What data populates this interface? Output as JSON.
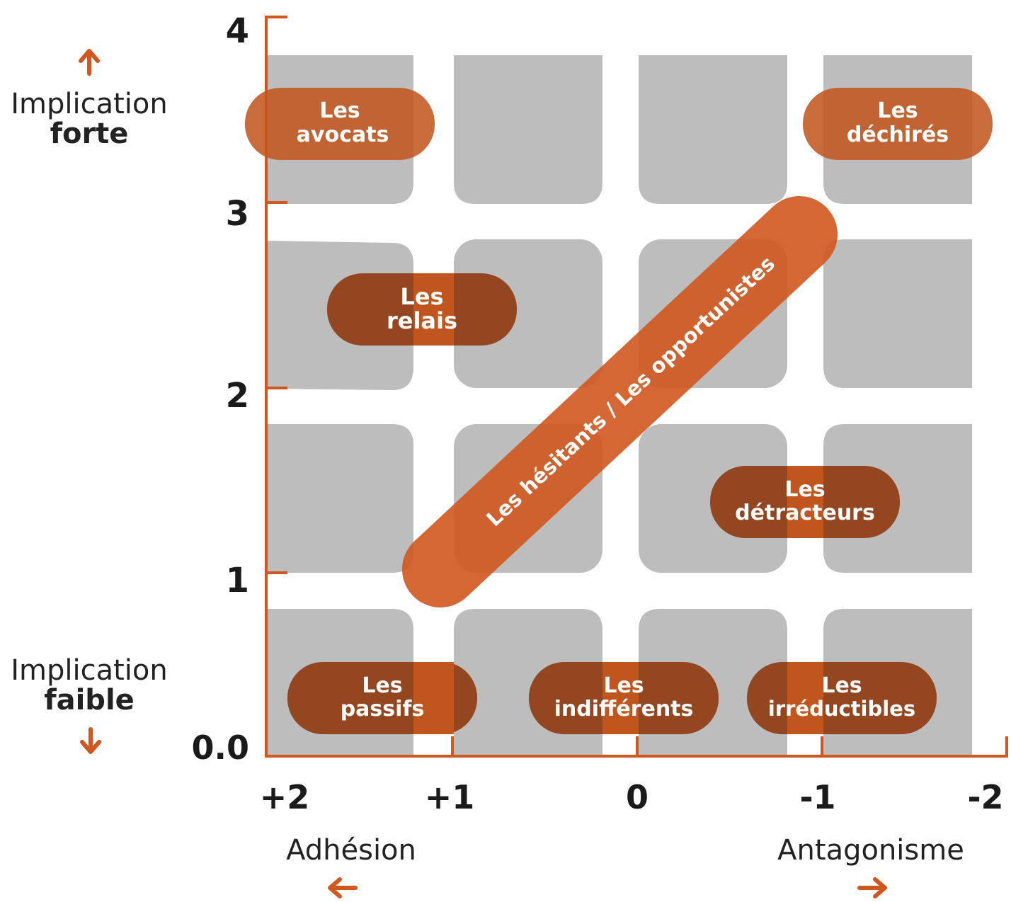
{
  "colors": {
    "accent": "#d0571f",
    "pill": "#8f3c12",
    "cell": "#bdbdbd",
    "text": "#222222"
  },
  "y_axis": {
    "ticks": [
      "0.0",
      "1",
      "2",
      "3",
      "4"
    ],
    "top_label_line1": "Implication",
    "top_label_line2": "forte",
    "bottom_label_line1": "Implication",
    "bottom_label_line2": "faible",
    "up_icon": "arrow-up-icon",
    "down_icon": "arrow-down-icon"
  },
  "x_axis": {
    "ticks": [
      "+2",
      "+1",
      "0",
      "-1",
      "-2"
    ],
    "left_label": "Adhésion",
    "right_label": "Antagonisme",
    "left_icon": "arrow-left-icon",
    "right_icon": "arrow-right-icon"
  },
  "groups": {
    "avocats": {
      "line1": "Les",
      "line2": "avocats"
    },
    "dechires": {
      "line1": "Les",
      "line2": "déchirés"
    },
    "relais": {
      "line1": "Les",
      "line2": "relais"
    },
    "detracteurs": {
      "line1": "Les",
      "line2": "détracteurs"
    },
    "passifs": {
      "line1": "Les",
      "line2": "passifs"
    },
    "indifferents": {
      "line1": "Les",
      "line2": "indifférents"
    },
    "irreductibles": {
      "line1": "Les",
      "line2": "irréductibles"
    },
    "hesitants": {
      "label": "Les hésitants / Les opportunistes"
    }
  }
}
